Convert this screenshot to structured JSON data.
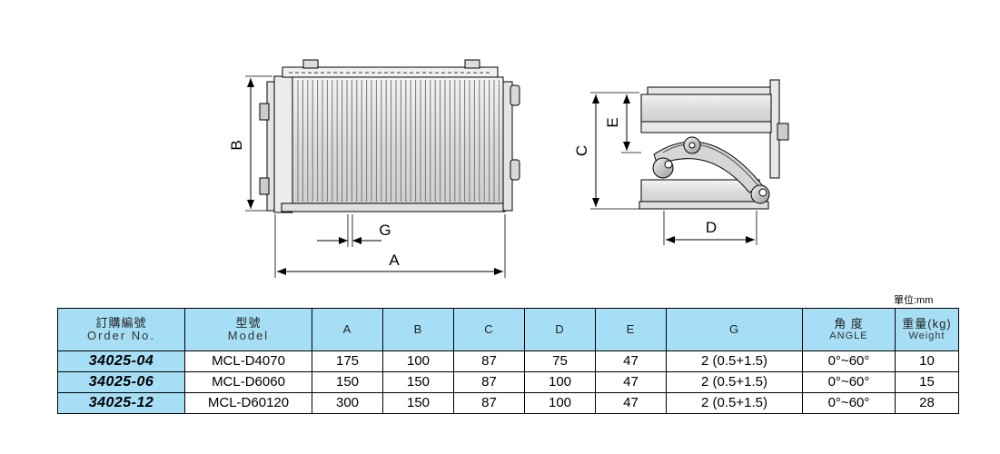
{
  "drawing": {
    "dimension_labels": {
      "A": "A",
      "B": "B",
      "C": "C",
      "D": "D",
      "E": "E",
      "G": "G"
    }
  },
  "unit_note": "單位:mm",
  "table": {
    "headers": [
      {
        "title": "訂購編號",
        "sub": "Order No."
      },
      {
        "title": "型號",
        "sub": "Model"
      },
      {
        "title": "A",
        "sub": ""
      },
      {
        "title": "B",
        "sub": ""
      },
      {
        "title": "C",
        "sub": ""
      },
      {
        "title": "D",
        "sub": ""
      },
      {
        "title": "E",
        "sub": ""
      },
      {
        "title": "G",
        "sub": ""
      },
      {
        "title": "角 度",
        "sub": "ANGLE"
      },
      {
        "title": "重量(kg)",
        "sub": "Weight"
      }
    ],
    "rows": [
      {
        "order_no": "34025-04",
        "model": "MCL-D4070",
        "A": "175",
        "B": "100",
        "C": "87",
        "D": "75",
        "E": "47",
        "G": "2 (0.5+1.5)",
        "angle": "0°~60°",
        "weight": "10"
      },
      {
        "order_no": "34025-06",
        "model": "MCL-D6060",
        "A": "150",
        "B": "150",
        "C": "87",
        "D": "100",
        "E": "47",
        "G": "2 (0.5+1.5)",
        "angle": "0°~60°",
        "weight": "15"
      },
      {
        "order_no": "34025-12",
        "model": "MCL-D60120",
        "A": "300",
        "B": "150",
        "C": "87",
        "D": "100",
        "E": "47",
        "G": "2 (0.5+1.5)",
        "angle": "0°~60°",
        "weight": "28"
      }
    ]
  }
}
